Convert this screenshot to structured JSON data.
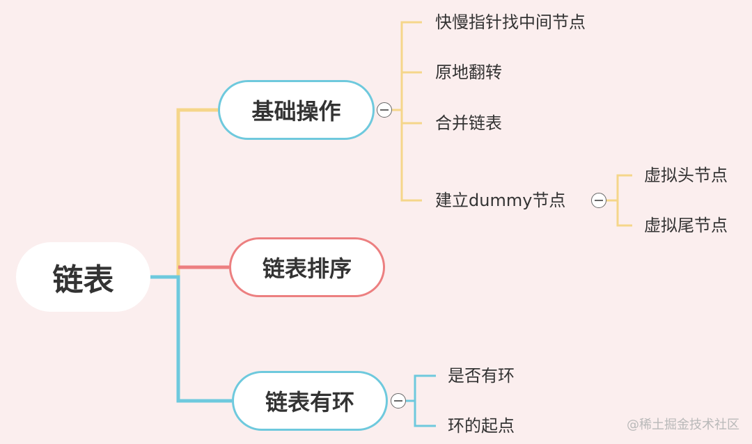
{
  "mindmap": {
    "root": {
      "label": "链表"
    },
    "branches": [
      {
        "label": "基础操作",
        "color": "#f5d68a",
        "border_color": "#6ec9dd",
        "children": [
          {
            "label": "快慢指针找中间节点"
          },
          {
            "label": "原地翻转"
          },
          {
            "label": "合并链表"
          },
          {
            "label": "建立dummy节点",
            "children": [
              {
                "label": "虚拟头节点"
              },
              {
                "label": "虚拟尾节点"
              }
            ]
          }
        ]
      },
      {
        "label": "链表排序",
        "color": "#ec7f80",
        "border_color": "#ec7f80",
        "children": []
      },
      {
        "label": "链表有环",
        "color": "#6ec9dd",
        "border_color": "#6ec9dd",
        "children": [
          {
            "label": "是否有环"
          },
          {
            "label": "环的起点"
          }
        ]
      }
    ]
  },
  "watermark": "@稀土掘金技术社区"
}
